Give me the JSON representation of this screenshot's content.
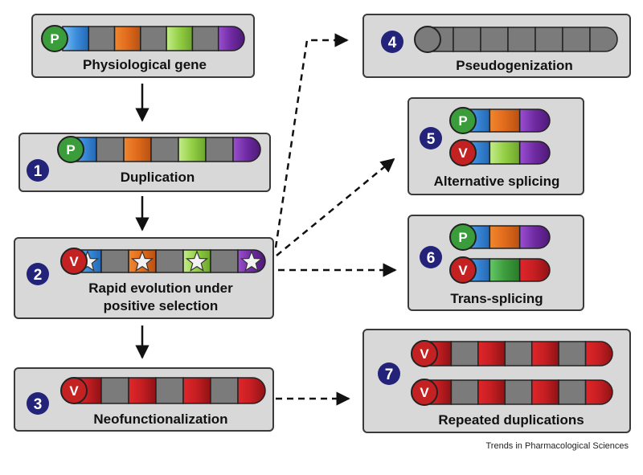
{
  "diagram": {
    "source": "Trends in Pharmacological Sciences",
    "promoters": {
      "p": "P",
      "v": "V"
    },
    "boxes": {
      "physiological": {
        "label": "Physiological gene"
      },
      "duplication": {
        "number": "1",
        "label": "Duplication"
      },
      "rapid": {
        "number": "2",
        "label_line1": "Rapid evolution under",
        "label_line2": "positive selection"
      },
      "neo": {
        "number": "3",
        "label": "Neofunctionalization"
      },
      "pseudo": {
        "number": "4",
        "label": "Pseudogenization"
      },
      "altsplice": {
        "number": "5",
        "label": "Alternative splicing"
      },
      "trans": {
        "number": "6",
        "label": "Trans-splicing"
      },
      "repeated": {
        "number": "7",
        "label": "Repeated duplications"
      }
    },
    "colors": {
      "box_fill": "#d8d8d8",
      "box_border": "#3a3a3a",
      "badge": "#24237a",
      "promoter_p": "#3a9c3a",
      "promoter_v": "#c42222",
      "gray_exon": "#7b7b7b",
      "blue_exon": "#3d8fde",
      "orange_exon": "#e06a1b",
      "lightgreen_exon": "#93cf45",
      "purple_exon": "#6f2aa2",
      "red_exon": "#c41e22",
      "green_exon": "#3d9c3d"
    },
    "icons": [
      "promoter-circle",
      "exon-segment",
      "mutation-star",
      "solid-arrow",
      "dashed-arrow"
    ]
  }
}
